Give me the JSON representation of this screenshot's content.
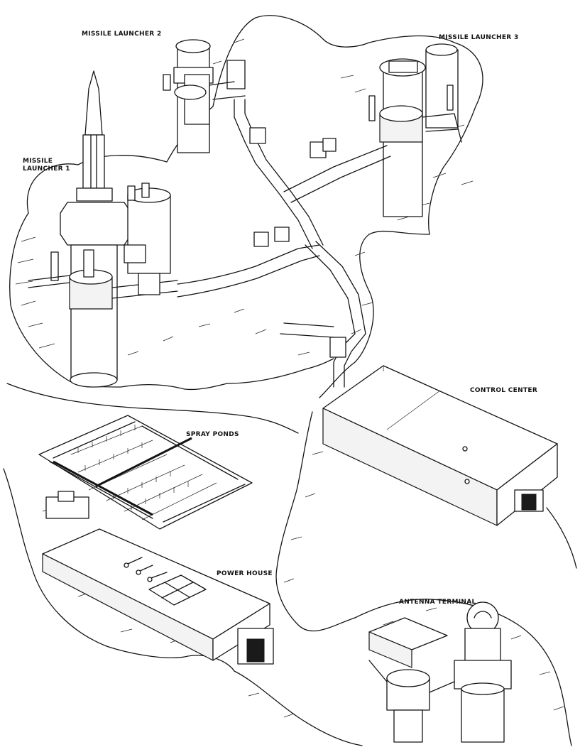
{
  "labels": {
    "missile_launcher_2": "MISSILE LAUNCHER 2",
    "missile_launcher_3": "MISSILE LAUNCHER 3",
    "missile_launcher_1_line1": "MISSILE",
    "missile_launcher_1_line2": "LAUNCHER 1",
    "control_center": "CONTROL CENTER",
    "spray_ponds": "SPRAY PONDS",
    "power_house": "POWER HOUSE",
    "antenna_terminal": "ANTENNA TERMINAL"
  }
}
